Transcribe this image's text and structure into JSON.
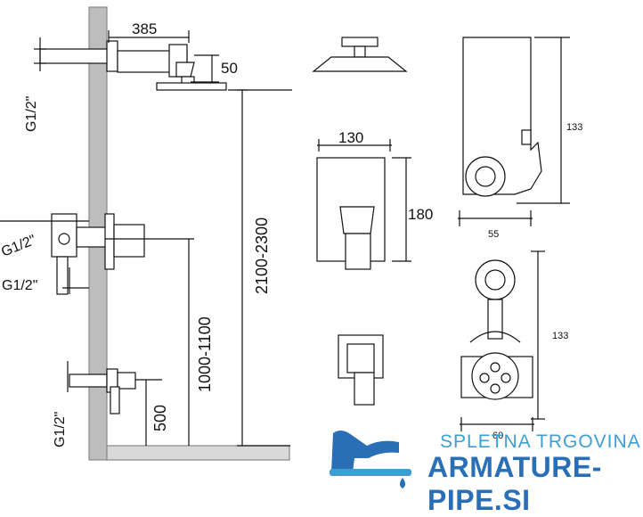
{
  "dimensions": {
    "arm_length": "385",
    "head_drop": "50",
    "pipe_thread_top": "G1/2\"",
    "total_height": "2100-2300",
    "mixer_height": "1000-1100",
    "spout_height": "500",
    "thread_mixer_upper": "G1/2\"",
    "thread_mixer_lower": "G1/2\"",
    "thread_spout": "G1/2\"",
    "plate_width": "130",
    "plate_height": "180",
    "body_height_side": "133",
    "body_depth": "55",
    "body_height_front": "133",
    "body_width": "60"
  },
  "brand": {
    "tagline": "SPLETNA TRGOVINA",
    "name": "ARMATURE-PIPE.SI"
  },
  "colors": {
    "line": "#111111",
    "wall": "#bdbdbd",
    "brand_light": "#3d9ed6",
    "brand_dark": "#2a6fb5"
  }
}
